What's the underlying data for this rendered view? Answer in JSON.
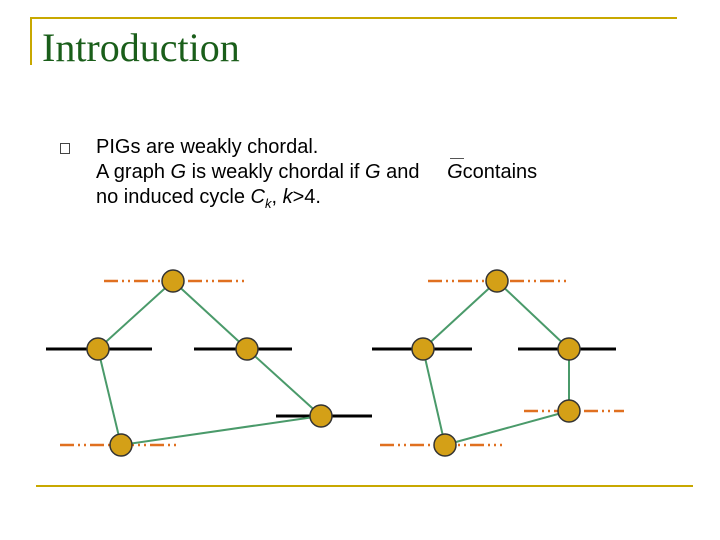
{
  "slide": {
    "title": "Introduction",
    "line1": "PIGs are weakly chordal.",
    "line2_prefix": "A graph ",
    "line2_g1": "G",
    "line2_mid": " is weakly chordal if ",
    "line2_g2": "G",
    "line2_and": " and ",
    "line2_gbar": "G",
    "line2_suffix": "contains",
    "line3_prefix": "no induced cycle ",
    "line3_c": "C",
    "line3_sub": "k",
    "line3_comma": ", ",
    "line3_k": "k",
    "line3_suffix": ">4."
  },
  "colors": {
    "title": "#1a5e1a",
    "frame": "#c8a800",
    "node_fill": "#d4a017",
    "edge": "#4a9a6a",
    "dash": "#e07020"
  }
}
